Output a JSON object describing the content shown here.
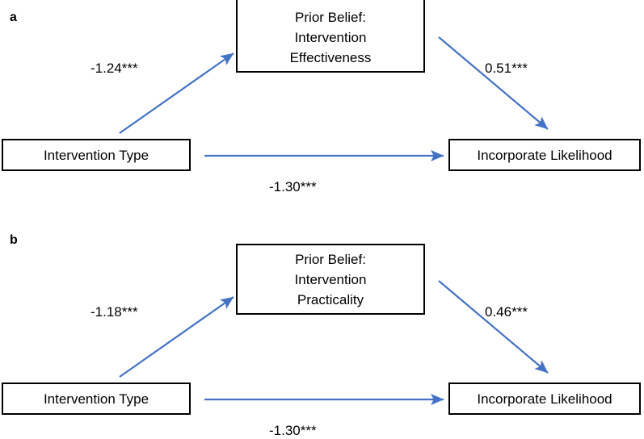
{
  "figure": {
    "type": "mediation-path-diagram",
    "background": "#ffffff",
    "arrow_color": "#4472C4",
    "box_border_color": "#000000",
    "text_color": "#000000"
  },
  "panels": [
    {
      "id": "a",
      "label": "a",
      "nodes": {
        "predictor": "Intervention Type",
        "mediator": "Prior Belief:\nIntervention\nEffectiveness",
        "outcome": "Incorporate Likelihood"
      },
      "paths": {
        "a_path": "-1.24***",
        "b_path": "0.51***",
        "c_path": "-1.30***"
      }
    },
    {
      "id": "b",
      "label": "b",
      "nodes": {
        "predictor": "Intervention Type",
        "mediator": "Prior Belief:\nIntervention\nPracticality",
        "outcome": "Incorporate Likelihood"
      },
      "paths": {
        "a_path": "-1.18***",
        "b_path": "0.46***",
        "c_path": "-1.30***"
      }
    }
  ],
  "chart_data": {
    "type": "diagram",
    "title": "",
    "models": [
      {
        "panel": "a",
        "predictor": "Intervention Type",
        "mediator": "Prior Belief: Intervention Effectiveness",
        "outcome": "Incorporate Likelihood",
        "coefficients": [
          {
            "path": "predictor -> mediator",
            "value": -1.24,
            "label": "-1.24***",
            "significance": "***"
          },
          {
            "path": "mediator -> outcome",
            "value": 0.51,
            "label": "0.51***",
            "significance": "***"
          },
          {
            "path": "predictor -> outcome",
            "value": -1.3,
            "label": "-1.30***",
            "significance": "***"
          }
        ]
      },
      {
        "panel": "b",
        "predictor": "Intervention Type",
        "mediator": "Prior Belief: Intervention Practicality",
        "outcome": "Incorporate Likelihood",
        "coefficients": [
          {
            "path": "predictor -> mediator",
            "value": -1.18,
            "label": "-1.18***",
            "significance": "***"
          },
          {
            "path": "mediator -> outcome",
            "value": 0.46,
            "label": "0.46***",
            "significance": "***"
          },
          {
            "path": "predictor -> outcome",
            "value": -1.3,
            "label": "-1.30***",
            "significance": "***"
          }
        ]
      }
    ]
  }
}
